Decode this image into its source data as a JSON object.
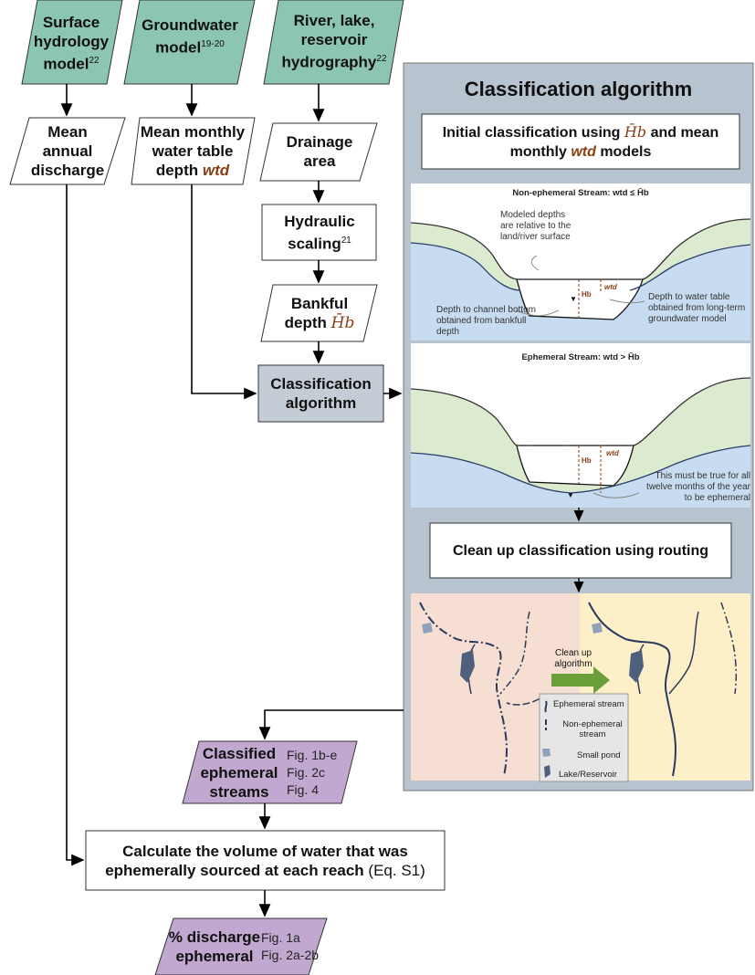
{
  "inputs": {
    "surface_model": "Surface hydrology model",
    "surface_ref": "22",
    "groundwater_model": "Groundwater model",
    "groundwater_ref": "19-20",
    "hydrography": "River, lake, reservoir hydrography",
    "hydrography_ref": "22"
  },
  "intermediates": {
    "mean_discharge": "Mean annual discharge",
    "water_table_prefix": "Mean monthly water table depth",
    "water_table_var": "wtd",
    "drainage_area": "Drainage area",
    "hydraulic_scaling": "Hydraulic scaling",
    "hydraulic_ref": "21",
    "bankful_depth": "Bankful depth",
    "hb_symbol": "H̄b",
    "classification_box": "Classification algorithm"
  },
  "algorithm_panel": {
    "title": "Classification algorithm",
    "initial_prefix": "Initial classification using",
    "initial_mid": "and mean monthly",
    "initial_suffix": "models",
    "non_ephemeral_title": "Non-ephemeral Stream: wtd ≤ H̄b",
    "ephemeral_title": "Ephemeral Stream: wtd > H̄b",
    "note_modeled": "Modeled depths are relative to the land/river surface",
    "note_channel": "Depth to channel bottom obtained from bankfull depth",
    "note_watertable": "Depth to water table obtained from long-term groundwater model",
    "note_twelve": "This must be true for all twelve months of the year to be ephemeral",
    "hb_label": "Hb",
    "wtd_label": "wtd",
    "cleanup_box": "Clean up classification using routing",
    "cleanup_arrow": "Clean up algorithm",
    "legend": [
      "Ephemeral stream",
      "Non-ephemeral stream",
      "Small pond",
      "Lake/Reservoir"
    ]
  },
  "outputs": {
    "classified": "Classified ephemeral streams",
    "classified_refs": [
      "Fig. 1b-e",
      "Fig. 2c",
      "Fig. 4"
    ],
    "calculate_prefix": "Calculate the volume of water that was ephemerally sourced at each reach",
    "calculate_eq": "(Eq. S1)",
    "percent": "% discharge ephemeral",
    "percent_refs": [
      "Fig. 1a",
      "Fig. 2a-2b"
    ]
  },
  "colors": {
    "teal": "#8cc5b4",
    "purple": "#c1a8d0",
    "panel": "#b7c4cf",
    "class_box": "#c4ccd6",
    "water": "#c7dcf0",
    "land": "#dcebd0",
    "map_left": "#f6dfd2",
    "map_right": "#fdf0c8",
    "arrow_green": "#6aa03a",
    "accent_brown": "#8a3d12"
  }
}
